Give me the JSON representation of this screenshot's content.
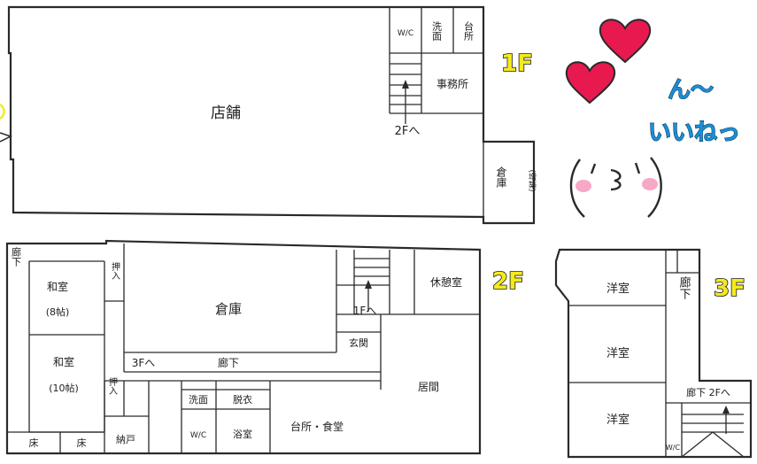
{
  "floors": {
    "f1": {
      "label": "1F",
      "rooms": {
        "store": "店舗",
        "wc": "W/C",
        "washroom": "洗面",
        "kitchen": "台所",
        "office": "事務所",
        "storage": "倉庫",
        "storage_note": "(増築)",
        "stair": "2Fへ"
      }
    },
    "f2": {
      "label": "2F",
      "rooms": {
        "corridor_left": "廊下",
        "japanese1": "和室",
        "japanese1_size": "(8帖)",
        "japanese2": "和室",
        "japanese2_size": "(10帖)",
        "closet1": "押入",
        "closet2": "押入",
        "storage": "倉庫",
        "rest_room": "休憩室",
        "stair": "1Fへ",
        "entrance": "玄関",
        "to_3f": "3Fへ",
        "corridor": "廊下",
        "living": "居間",
        "washroom": "洗面",
        "changing": "脱衣",
        "wc": "W/C",
        "bath": "浴室",
        "pantry": "納戸",
        "kitchen_dining": "台所・食堂",
        "alcove1": "床",
        "alcove2": "床"
      }
    },
    "f3": {
      "label": "3F",
      "rooms": {
        "western1": "洋室",
        "western2": "洋室",
        "western3": "洋室",
        "corridor": "廊下",
        "corridor_stair": "廊下 2Fへ",
        "wc": "W/C"
      }
    }
  },
  "caption": {
    "line1": "ん～",
    "line2": "いいねっ"
  },
  "colors": {
    "heart": "#e8194f",
    "floor_label": "#f4ea1c",
    "caption": "#1a8fd6",
    "cheek": "#f7a8c6"
  }
}
